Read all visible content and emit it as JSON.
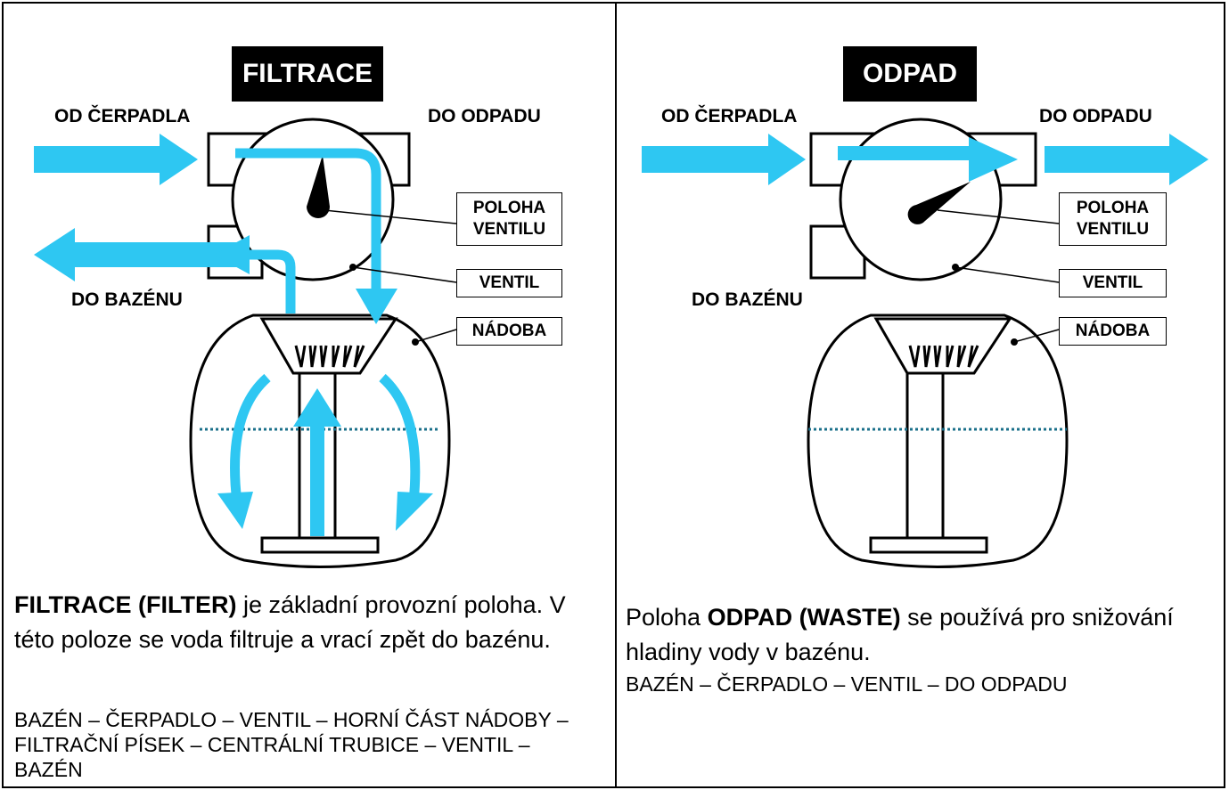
{
  "panels": [
    {
      "title": "FILTRACE",
      "label_from_pump": "OD ČERPADLA",
      "label_to_waste": "DO ODPADU",
      "label_to_pool": "DO BAZÉNU",
      "callout_position": "POLOHA VENTILU",
      "callout_valve": "VENTIL",
      "callout_vessel": "NÁDOBA",
      "desc_bold": "FILTRACE (FILTER)",
      "desc_rest": " je základní provozní poloha. V této poloze se voda filtruje a vrací zpět do bazénu.",
      "route": "BAZÉN – ČERPADLO – VENTIL – HORNÍ ČÁST NÁDOBY – FILTRAČNÍ PÍSEK – CENTRÁLNÍ TRUBICE – VENTIL – BAZÉN"
    },
    {
      "title": "ODPAD",
      "label_from_pump": "OD ČERPADLA",
      "label_to_waste": "DO ODPADU",
      "label_to_pool": "DO BAZÉNU",
      "callout_position": "POLOHA VENTILU",
      "callout_valve": "VENTIL",
      "callout_vessel": "NÁDOBA",
      "desc_prefix": "Poloha ",
      "desc_bold": "ODPAD (WASTE)",
      "desc_rest": " se používá pro snižování hladiny vody v bazénu.",
      "route": "BAZÉN – ČERPADLO – VENTIL – DO ODPADU"
    }
  ],
  "colors": {
    "flow": "#2ec7f2",
    "water_line": "#1a6f8a",
    "ink": "#000000"
  }
}
